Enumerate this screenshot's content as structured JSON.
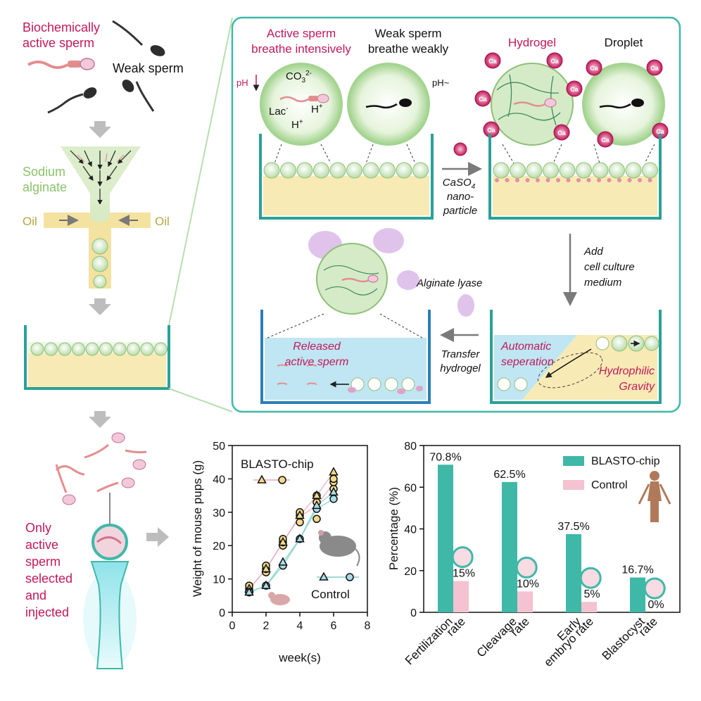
{
  "left_panel": {
    "label_bio": [
      "Biochemically",
      "active sperm"
    ],
    "label_weak": "Weak sperm",
    "label_sodium": [
      "Sodium",
      "alginate"
    ],
    "label_oil_left": "Oil",
    "label_oil_right": "Oil",
    "label_selected": [
      "Only",
      "active",
      "sperm",
      "selected",
      "and",
      "injected"
    ]
  },
  "process_panel": {
    "active_title": [
      "Active sperm",
      "breathe intensively"
    ],
    "weak_title": [
      "Weak sperm",
      "breathe weakly"
    ],
    "ph_down": "pH",
    "ph_same": "pH~",
    "ion_co3": "CO",
    "ion_co3_sub": "3",
    "ion_co3_sup": "2-",
    "ion_lac": "Lac",
    "ion_lac_sup": "-",
    "ion_h": "H",
    "ion_h_sup": "+",
    "hydrogel_title": "Hydrogel",
    "droplet_title": "Droplet",
    "ca_label": "Ca",
    "caso4_label": [
      "CaSO",
      "nano-",
      "particle"
    ],
    "caso4_sub": "4",
    "add_medium": [
      "Add",
      "cell culture",
      "medium"
    ],
    "alginate_lyase": "Alginate lyase",
    "transfer": [
      "Transfer",
      "hydrogel"
    ],
    "released": [
      "Released",
      "active sperm"
    ],
    "automatic": [
      "Automatic",
      "seperation"
    ],
    "hydrophilic": [
      "Hydrophilic",
      "Gravity"
    ]
  },
  "colors": {
    "magenta": "#c2185b",
    "teal": "#3fb8a8",
    "teal_dark": "#2a8f84",
    "pink_bar": "#f4c2d0",
    "yellow": "#f5e6a8",
    "light_green": "#dff0d0",
    "blue_medium": "#bfe6f2",
    "olive": "#b5a642"
  },
  "chart_data": [
    {
      "type": "scatter",
      "xlabel": "week(s)",
      "ylabel": "Weight of mouse pups (g)",
      "xlim": [
        0,
        8
      ],
      "ylim": [
        0,
        50
      ],
      "xticks": [
        0,
        2,
        4,
        6,
        8
      ],
      "yticks": [
        0,
        10,
        20,
        30,
        40,
        50
      ],
      "legend_top": "BLASTO-chip",
      "legend_bottom": "Control",
      "series": [
        {
          "name": "BLASTO-chip",
          "marker": "circle",
          "fill": "#f5d98a",
          "x": [
            1,
            1,
            1,
            2,
            2,
            2,
            3,
            3,
            3,
            4,
            4,
            4,
            5,
            5,
            5,
            6,
            6,
            6
          ],
          "y": [
            6,
            7,
            8,
            12,
            13,
            14,
            20,
            21,
            22,
            27,
            29,
            30,
            28,
            33,
            35,
            37,
            39,
            40
          ]
        },
        {
          "name": "BLASTO-chip",
          "marker": "triangle",
          "fill": "#f5d98a",
          "x": [
            1,
            2,
            3,
            4,
            5,
            6
          ],
          "y": [
            7,
            13,
            21,
            29,
            35,
            42
          ]
        },
        {
          "name": "Control",
          "marker": "circle",
          "fill": "#a8dce8",
          "x": [
            1,
            2,
            3,
            4,
            5,
            6
          ],
          "y": [
            6,
            8,
            14,
            22,
            31,
            34
          ]
        },
        {
          "name": "Control",
          "marker": "triangle",
          "fill": "#a8dce8",
          "x": [
            1,
            2,
            3,
            4,
            5,
            6
          ],
          "y": [
            6,
            8,
            15,
            22,
            32,
            36
          ]
        }
      ]
    },
    {
      "type": "bar",
      "ylabel": "Percentage (%)",
      "ylim": [
        0,
        80
      ],
      "yticks": [
        0,
        20,
        40,
        60,
        80
      ],
      "categories": [
        [
          "Fertilization",
          "rate"
        ],
        [
          "Cleavage",
          "rate"
        ],
        [
          "Early",
          "embryo rate"
        ],
        [
          "Blastocyst",
          "rate"
        ]
      ],
      "series": [
        {
          "name": "BLASTO-chip",
          "color": "#3fb8a8",
          "values": [
            70.8,
            62.5,
            37.5,
            16.7
          ],
          "labels": [
            "70.8%",
            "62.5%",
            "37.5%",
            "16.7%"
          ]
        },
        {
          "name": "Control",
          "color": "#f4c2d0",
          "values": [
            15,
            10,
            5,
            0
          ],
          "labels": [
            "15%",
            "10%",
            "5%",
            "0%"
          ]
        }
      ],
      "legend_placement": "top-right"
    }
  ]
}
